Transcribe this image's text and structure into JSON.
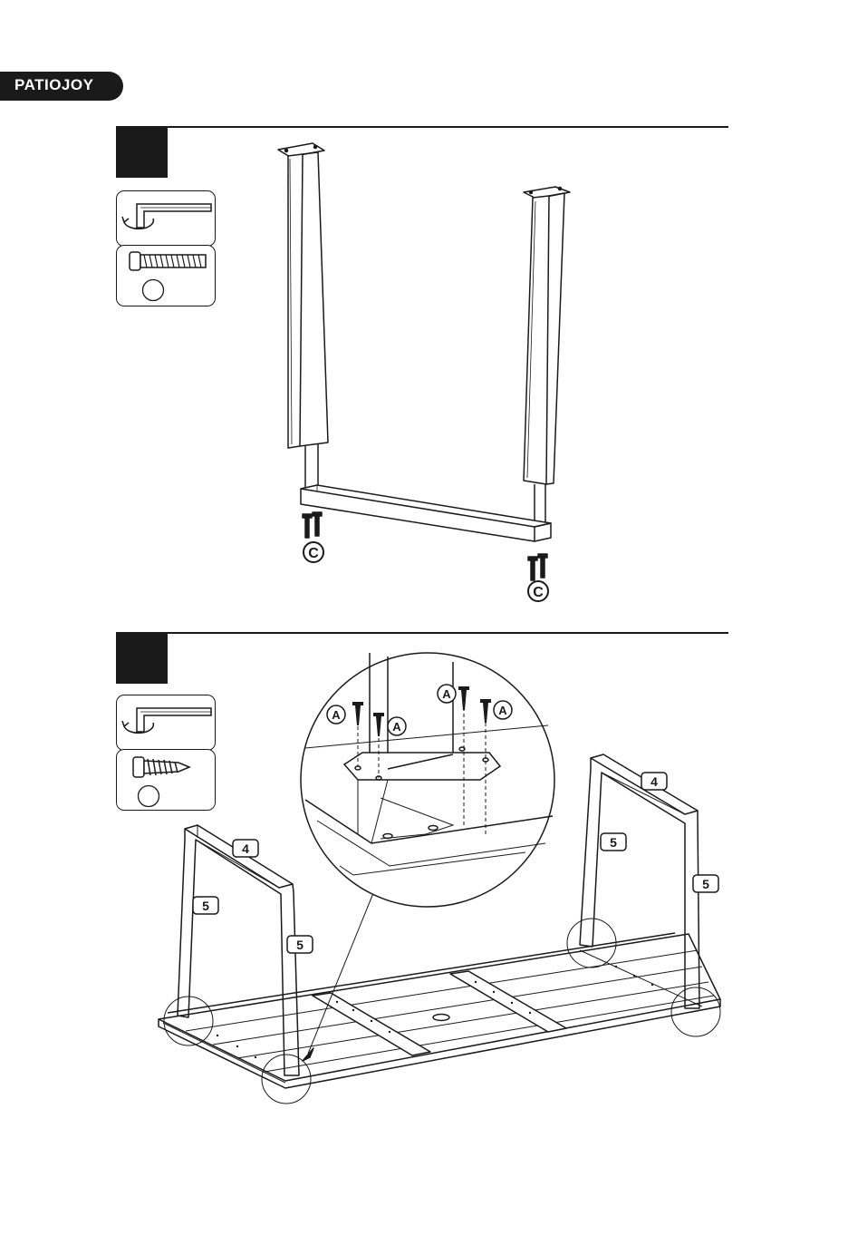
{
  "brand": {
    "name": "PATIOJOY"
  },
  "steps": [
    {
      "labels": {
        "screw": "C"
      }
    },
    {
      "labels": {
        "screw": "A",
        "crossbar": "4",
        "leg": "5"
      }
    }
  ]
}
